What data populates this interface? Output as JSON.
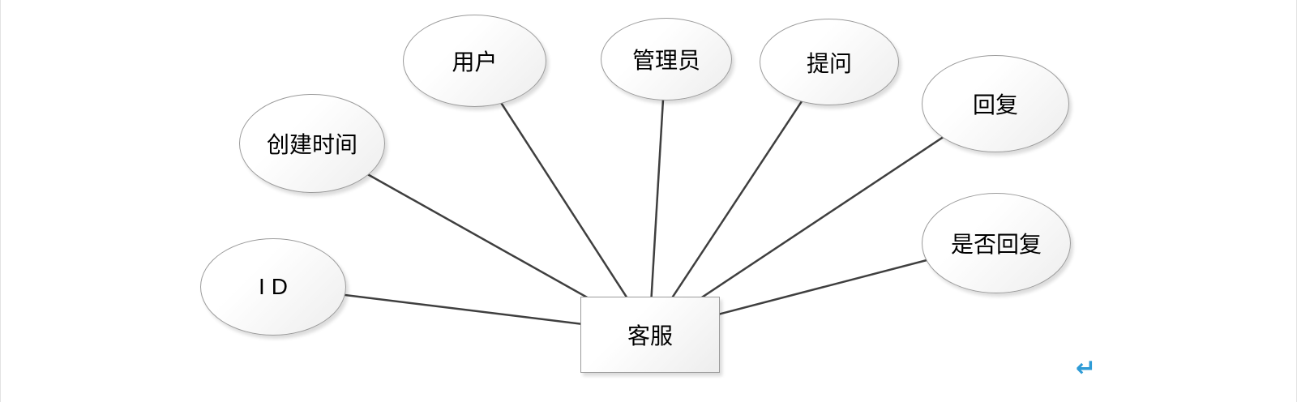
{
  "diagram": {
    "entity": {
      "label": "客服"
    },
    "attributes": [
      {
        "name": "user",
        "label": "用户"
      },
      {
        "name": "admin",
        "label": "管理员"
      },
      {
        "name": "question",
        "label": "提问"
      },
      {
        "name": "reply",
        "label": "回复"
      },
      {
        "name": "is-reply",
        "label": "是否回复"
      },
      {
        "name": "create-time",
        "label": "创建时间"
      },
      {
        "name": "id",
        "label": "ID"
      }
    ],
    "return_mark": "↵",
    "colors": {
      "connector": "#3f3f3f",
      "shape_border": "#9b9b9b",
      "return_mark": "#2e9bd6"
    }
  }
}
